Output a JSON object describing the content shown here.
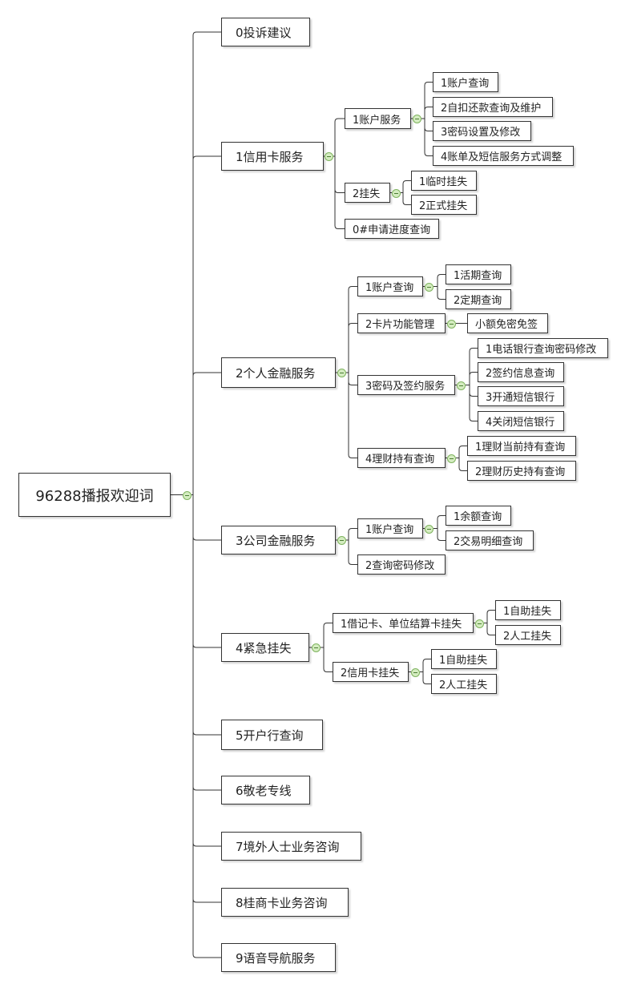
{
  "nodes": {
    "root": "96288播报欢迎词",
    "c0": "0投诉建议",
    "c1": "1信用卡服务",
    "c1a": "1账户服务",
    "c1a1": "1账户查询",
    "c1a2": "2自扣还款查询及维护",
    "c1a3": "3密码设置及修改",
    "c1a4": "4账单及短信服务方式调整",
    "c1b": "2挂失",
    "c1b1": "1临时挂失",
    "c1b2": "2正式挂失",
    "c1c": "0#申请进度查询",
    "c2": "2个人金融服务",
    "c2a": "1账户查询",
    "c2a1": "1活期查询",
    "c2a2": "2定期查询",
    "c2b": "2卡片功能管理",
    "c2b1": "小额免密免签",
    "c2c": "3密码及签约服务",
    "c2c1": "1电话银行查询密码修改",
    "c2c2": "2签约信息查询",
    "c2c3": "3开通短信银行",
    "c2c4": "4关闭短信银行",
    "c2d": "4理财持有查询",
    "c2d1": "1理财当前持有查询",
    "c2d2": "2理财历史持有查询",
    "c3": "3公司金融服务",
    "c3a": "1账户查询",
    "c3a1": "1余额查询",
    "c3a2": "2交易明细查询",
    "c3b": "2查询密码修改",
    "c4": "4紧急挂失",
    "c4a": "1借记卡、单位结算卡挂失",
    "c4a1": "1自助挂失",
    "c4a2": "2人工挂失",
    "c4b": "2信用卡挂失",
    "c4b1": "1自助挂失",
    "c4b2": "2人工挂失",
    "c5": "5开户行查询",
    "c6": "6敬老专线",
    "c7": "7境外人士业务咨询",
    "c8": "8桂商卡业务咨询",
    "c9": "9语音导航服务"
  },
  "colors": {
    "line": "#333333",
    "toggle_fill": "#d4ecc0",
    "toggle_border": "#7fb35e"
  }
}
